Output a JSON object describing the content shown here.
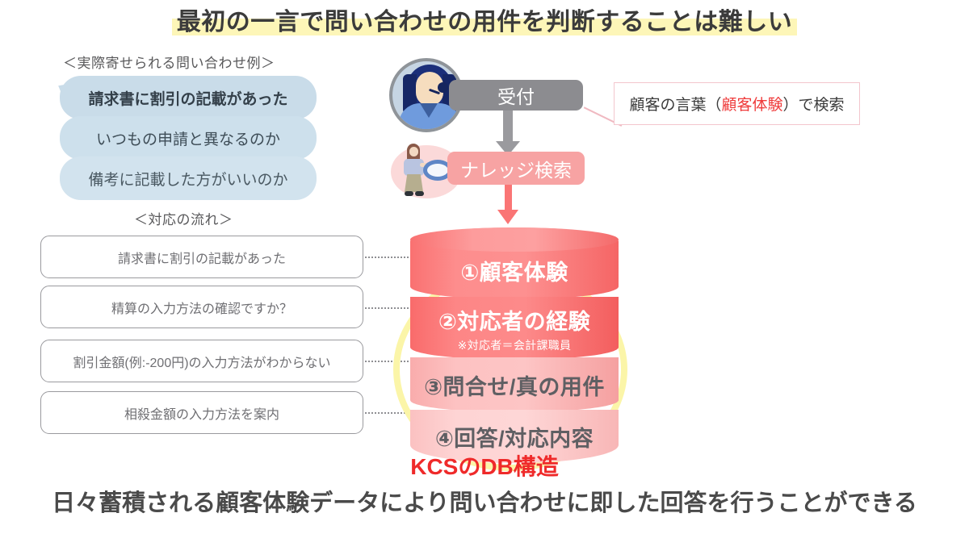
{
  "title": "最初の一言で問い合わせの用件を判断することは難しい",
  "bottom_caption": "日々蓄積される顧客体験データにより問い合わせに即した回答を行うことができる",
  "left_panel": {
    "examples_heading": "＜実際寄せられる問い合わせ例＞",
    "bubbles": [
      "請求書に割引の記載があった",
      "いつもの申請と異なるのか",
      "備考に記載した方がいいのか"
    ],
    "flow_heading": "＜対応の流れ＞",
    "flow_steps": [
      "請求書に割引の記載があった",
      "精算の入力方法の確認ですか？",
      "割引金額(例:-200円)の入力方法がわからない",
      "相殺金額の入力方法を案内"
    ]
  },
  "center": {
    "reception_banner": "受付",
    "knowledge_banner": "ナレッジ検索",
    "reception_avatar_icon": "operator-avatar-icon",
    "search_avatar_icon": "search-person-icon",
    "arrow_down_gray_icon": "arrow-down-icon",
    "arrow_down_pink_icon": "arrow-down-icon"
  },
  "callout": {
    "prefix": "顧客の言葉（",
    "accent": "顧客体験",
    "suffix": "）で検索"
  },
  "database": {
    "caption": "KCSのDB構造",
    "layers": [
      {
        "label": "①顧客体験",
        "note": ""
      },
      {
        "label": "②対応者の経験",
        "note": "※対応者＝会計課職員"
      },
      {
        "label": "③問合せ/真の用件",
        "note": ""
      },
      {
        "label": "④回答/対応内容",
        "note": ""
      }
    ]
  },
  "colors": {
    "title_highlight": "#fdf6b8",
    "bubble": "#cfe0eb",
    "reception_banner": "#8c8c90",
    "knowledge_banner": "#f7a3a3",
    "accent_red": "#ef3b3b",
    "db_top": "#fb8282",
    "db_bottom": "#fed4d4",
    "ring_yellow": "#fbf5a8"
  }
}
